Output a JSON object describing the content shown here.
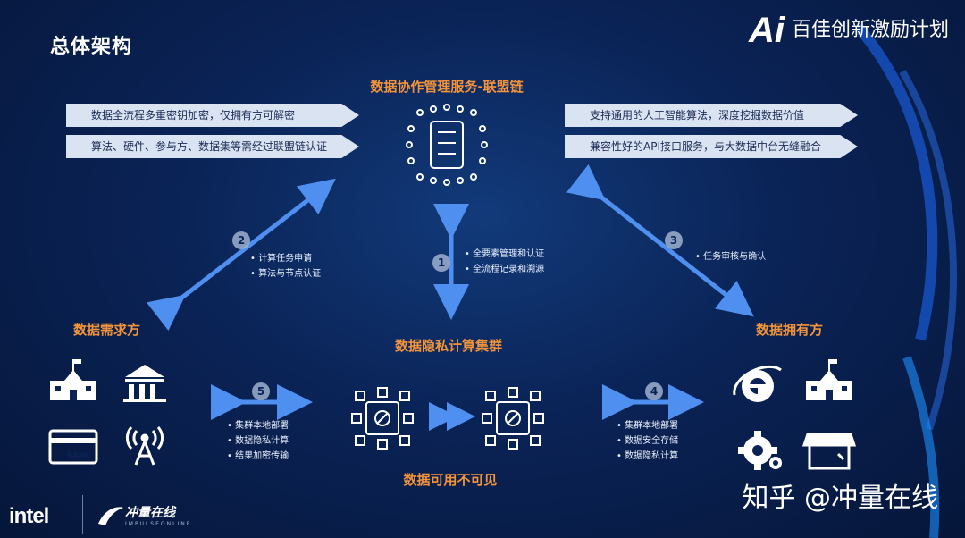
{
  "slide": {
    "title": "总体架构",
    "brand": {
      "logo": "Ai",
      "name": "百佳创新激励计划"
    },
    "center_top": {
      "label": "数据协作管理服务-联盟链"
    },
    "left_banners": [
      "数据全流程多重密钥加密，仅拥有方可解密",
      "算法、硬件、参与方、数据集等需经过联盟链认证"
    ],
    "right_banners": [
      "支持通用的人工智能算法，深度挖掘数据价值",
      "兼容性好的API接口服务，与大数据中台无缝融合"
    ],
    "left_party": {
      "label": "数据需求方",
      "bank_label": "BANK"
    },
    "right_party": {
      "label": "数据拥有方"
    },
    "center_cluster": {
      "label": "数据隐私计算集群"
    },
    "bottom_label": "数据可用不可见",
    "steps": [
      {
        "num": "1",
        "bullets": [
          "全要素管理和认证",
          "全流程记录和溯源"
        ]
      },
      {
        "num": "2",
        "bullets": [
          "计算任务申请",
          "算法与节点认证"
        ]
      },
      {
        "num": "3",
        "bullets": [
          "任务审核与确认"
        ]
      },
      {
        "num": "4",
        "bullets": [
          "集群本地部署",
          "数据安全存储",
          "数据隐私计算"
        ]
      },
      {
        "num": "5",
        "bullets": [
          "集群本地部署",
          "数据隐私计算",
          "结果加密传输"
        ]
      }
    ],
    "watermark": "知乎 @冲量在线",
    "footer": {
      "intel": "intel",
      "partner": "冲量在线",
      "partner_sub": "IMPULSEONLINE"
    }
  }
}
